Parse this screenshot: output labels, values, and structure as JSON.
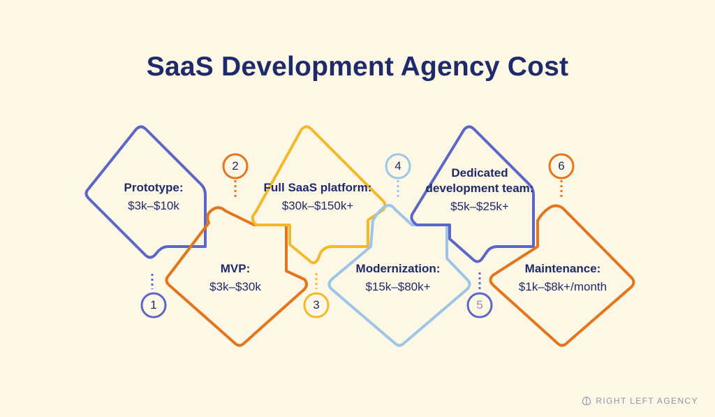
{
  "title": "SaaS Development Agency Cost",
  "colors": {
    "background": "#fdf7e6",
    "navy": "#1f2a6b",
    "blue": "#5a67c6",
    "orange": "#e5751d",
    "yellow": "#f3b929",
    "light_blue": "#9dc5e8"
  },
  "steps": [
    {
      "number": "1",
      "name": "Prototype:",
      "price": "$3k–$10k",
      "color": "#5a67c6"
    },
    {
      "number": "2",
      "name": "MVP:",
      "price": "$3k–$30k",
      "color": "#e5751d"
    },
    {
      "number": "3",
      "name": "Full SaaS platform:",
      "price": "$30k–$150k+",
      "color": "#f3b929"
    },
    {
      "number": "4",
      "name": "Modernization:",
      "price": "$15k–$80k+",
      "color": "#9dc5e8"
    },
    {
      "number": "5",
      "name": "Dedicated development team:",
      "price": "$5k–$25k+",
      "color": "#5a67c6"
    },
    {
      "number": "6",
      "name": "Maintenance:",
      "price": "$1k–$8k+/month",
      "color": "#e5751d"
    }
  ],
  "brand": "RIGHT LEFT AGENCY",
  "brand_icon": "brain-icon"
}
